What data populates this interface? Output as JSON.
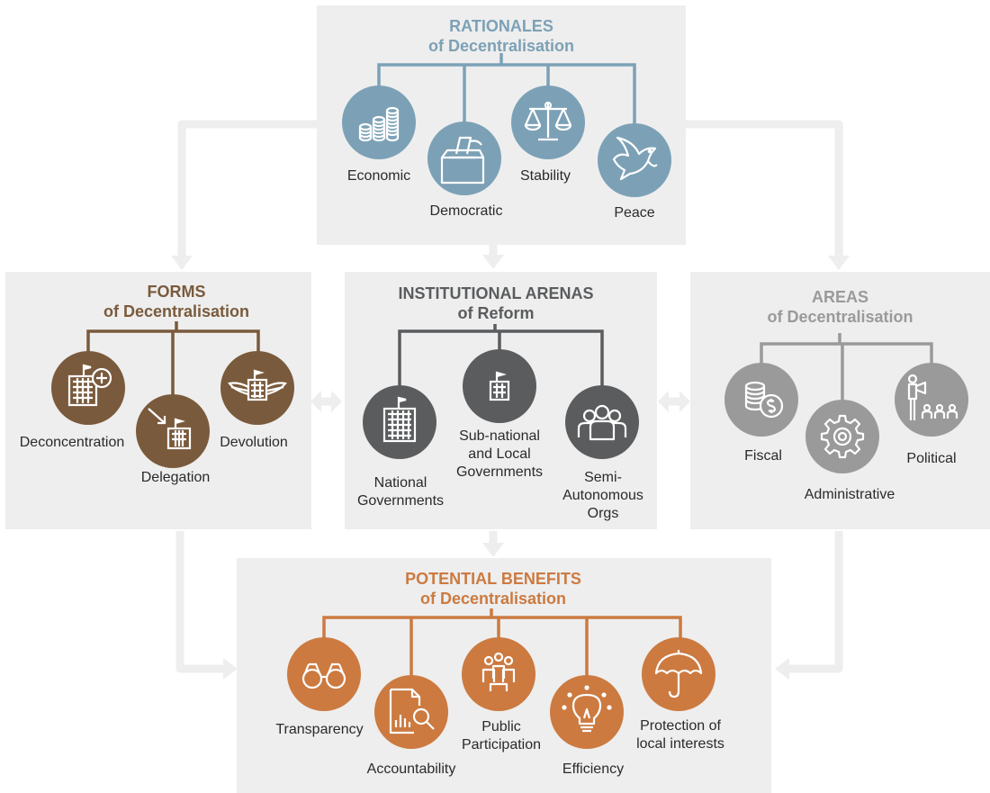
{
  "colors": {
    "rationales": "#7ca1b6",
    "forms": "#7a5a3c",
    "institutional": "#5a5c5e",
    "areas": "#9a9a9a",
    "benefits": "#cc7a40",
    "panel_bg": "#eeeeee",
    "arrow": "#eeeeee"
  },
  "rationales": {
    "title": "RATIONALES",
    "subtitle": "of Decentralisation",
    "items": [
      {
        "label": "Economic",
        "icon": "coins-icon"
      },
      {
        "label": "Democratic",
        "icon": "ballot-box-icon"
      },
      {
        "label": "Stability",
        "icon": "scales-icon"
      },
      {
        "label": "Peace",
        "icon": "dove-icon"
      }
    ]
  },
  "forms": {
    "title": "FORMS",
    "subtitle": "of Decentralisation",
    "items": [
      {
        "label": "Deconcentration",
        "icon": "building-plus-icon"
      },
      {
        "label": "Delegation",
        "icon": "building-arrow-icon"
      },
      {
        "label": "Devolution",
        "icon": "winged-building-icon"
      }
    ]
  },
  "institutional": {
    "title": "INSTITUTIONAL ARENAS",
    "subtitle": "of Reform",
    "items": [
      {
        "label_lines": [
          "National",
          "Governments"
        ],
        "icon": "large-building-icon"
      },
      {
        "label_lines": [
          "Sub-national",
          "and Local",
          "Governments"
        ],
        "icon": "small-building-icon"
      },
      {
        "label_lines": [
          "Semi-",
          "Autonomous",
          "Orgs"
        ],
        "icon": "people-group-icon"
      }
    ]
  },
  "areas": {
    "title": "AREAS",
    "subtitle": "of Decentralisation",
    "items": [
      {
        "label": "Fiscal",
        "icon": "money-icon"
      },
      {
        "label": "Administrative",
        "icon": "gear-icon"
      },
      {
        "label": "Political",
        "icon": "megaphone-audience-icon"
      }
    ]
  },
  "benefits": {
    "title": "POTENTIAL BENEFITS",
    "subtitle": "of Decentralisation",
    "items": [
      {
        "label_lines": [
          "Transparency"
        ],
        "icon": "binoculars-icon"
      },
      {
        "label_lines": [
          "Accountability"
        ],
        "icon": "report-magnifier-icon"
      },
      {
        "label_lines": [
          "Public",
          "Participation"
        ],
        "icon": "participants-icon"
      },
      {
        "label_lines": [
          "Efficiency"
        ],
        "icon": "lightbulb-icon"
      },
      {
        "label_lines": [
          "Protection of",
          "local interests"
        ],
        "icon": "umbrella-icon"
      }
    ]
  }
}
